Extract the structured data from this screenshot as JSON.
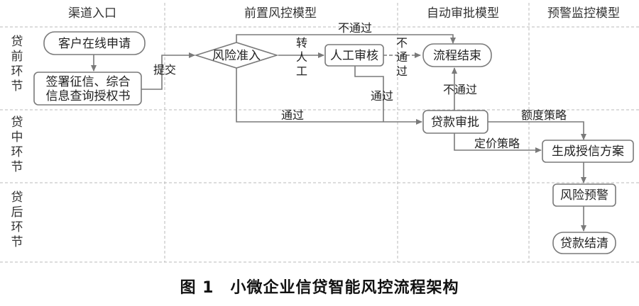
{
  "lanes": [
    "渠道入口",
    "前置风控模型",
    "自动审批模型",
    "预警监控模型"
  ],
  "rows": [
    {
      "chars": [
        "贷",
        "前",
        "环",
        "节"
      ]
    },
    {
      "chars": [
        "贷",
        "中",
        "环",
        "节"
      ]
    },
    {
      "chars": [
        "贷",
        "后",
        "环",
        "节"
      ]
    }
  ],
  "nodes": {
    "apply": "客户在线申请",
    "auth_line1": "签署征信、综合",
    "auth_line2": "信息查询授权书",
    "risk_access": "风险准入",
    "manual_review": "人工审核",
    "process_end": "流程结束",
    "loan_approval": "贷款审批",
    "credit_plan": "生成授信方案",
    "risk_warning": "风险预警",
    "loan_settle": "贷款结清"
  },
  "edges": {
    "submit": "提交",
    "to_manual": [
      "转",
      "人",
      "工"
    ],
    "fail_top": "不通过",
    "fail_manual": [
      "不",
      "通",
      "过"
    ],
    "pass_manual": "通过",
    "fail_approval": "不通过",
    "pass_access": "通过",
    "limit_strategy": "额度策略",
    "pricing_strategy": "定价策略"
  },
  "caption": "图 1　小微企业信贷智能风控流程架构"
}
